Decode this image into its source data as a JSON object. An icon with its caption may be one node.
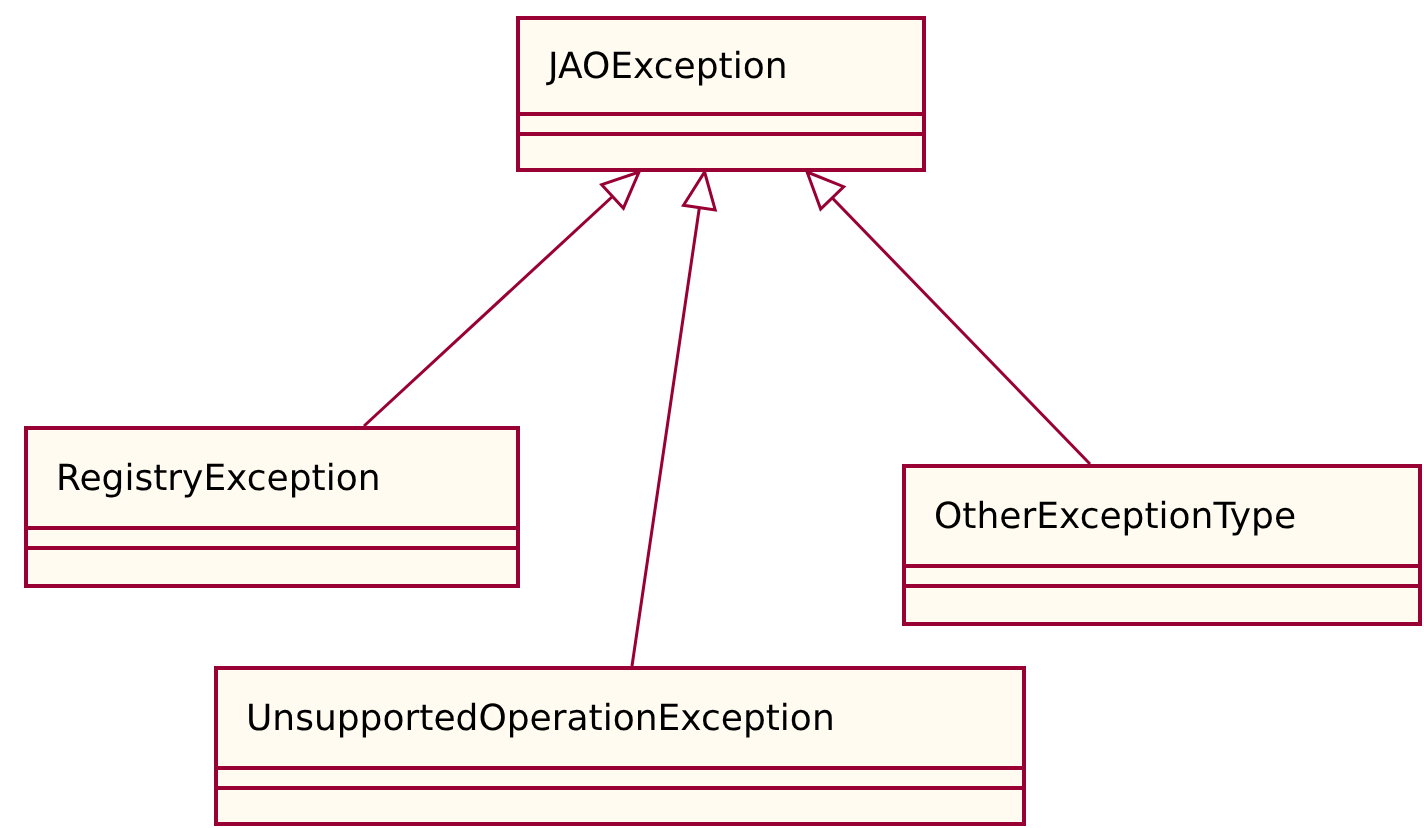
{
  "diagram": {
    "nodes": [
      {
        "text": [
          "JAOException"
        ]
      },
      {
        "text": [
          "RegistryException"
        ]
      },
      {
        "text": [
          "OtherExceptionType"
        ]
      },
      {
        "text": [
          "UnsupportedOperationException"
        ]
      }
    ],
    "edges": [
      {
        "from": 1,
        "to": 0,
        "arrow": "to"
      },
      {
        "from": 3,
        "to": 0,
        "arrow": "to"
      },
      {
        "from": 2,
        "to": 0,
        "arrow": "to"
      }
    ]
  }
}
